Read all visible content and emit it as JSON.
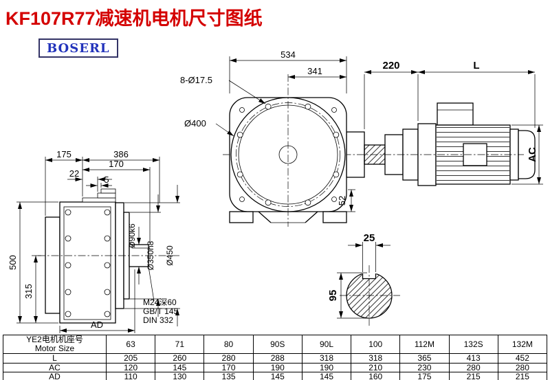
{
  "title": "KF107R77减速机电机尺寸图纸",
  "logo": {
    "text": "BOSERL"
  },
  "colors": {
    "title-red": "#d40000",
    "logo-blue": "#2233bb",
    "logo-border": "#333366"
  },
  "drawing": {
    "front": {
      "overall_width": "534",
      "center_to_edge": "341",
      "bolt_holes": "8-Ø17.5",
      "flange_diameter": "Ø400",
      "foot_height": "52"
    },
    "motor": {
      "dim_220": "220",
      "dim_L": "L",
      "dim_AC": "AC"
    },
    "side": {
      "dim_175": "175",
      "dim_386": "386",
      "dim_170": "170",
      "dim_22": "22",
      "dim_5": "5",
      "dim_500": "500",
      "dim_315": "315",
      "shaft_diameter": "Ø90k6",
      "spigot_diameter": "Ø350h8",
      "flange_od": "Ø450",
      "dim_AD": "AD",
      "tap_note_line1": "M24深60",
      "tap_note_line2": "GB/T 145",
      "tap_note_line3": "DIN 332"
    },
    "section": {
      "key_width": "25",
      "shaft_dia": "95"
    }
  },
  "table": {
    "header": {
      "motor_size_cn": "YE2电机机座号",
      "motor_size_en": "Motor Size",
      "sizes": [
        "63",
        "71",
        "80",
        "90S",
        "90L",
        "100",
        "112M",
        "132S",
        "132M"
      ]
    },
    "rows": [
      {
        "label": "L",
        "values": [
          "205",
          "260",
          "280",
          "288",
          "318",
          "318",
          "365",
          "413",
          "452"
        ]
      },
      {
        "label": "AC",
        "values": [
          "120",
          "145",
          "170",
          "190",
          "190",
          "210",
          "230",
          "280",
          "280"
        ]
      },
      {
        "label": "AD",
        "values": [
          "110",
          "130",
          "135",
          "145",
          "145",
          "160",
          "175",
          "215",
          "215"
        ]
      }
    ]
  }
}
